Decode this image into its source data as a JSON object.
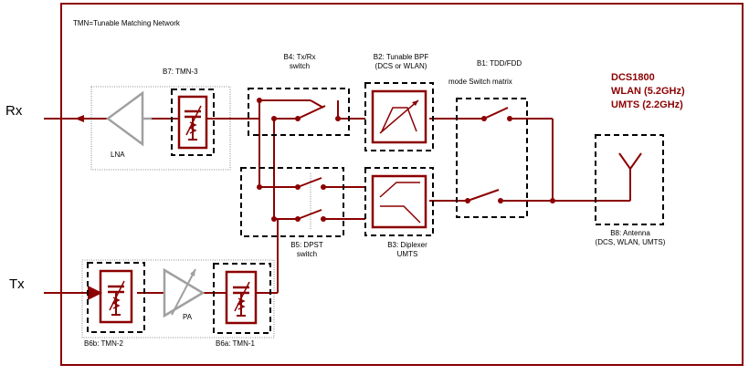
{
  "diagram": {
    "legend": "TMN=Tunable Matching Network",
    "ports": {
      "rx": "Rx",
      "tx": "Tx"
    },
    "blocks": {
      "b7": "B7: TMN-3",
      "lna": "LNA",
      "b4_line1": "B4: Tx/Rx",
      "b4_line2": "switch",
      "b2_line1": "B2: Tunable BPF",
      "b2_line2": "(DCS or WLAN)",
      "b1_line1": "B1: TDD/FDD",
      "b1_line2": "mode Switch matrix",
      "b5_line1": "B5: DPST",
      "b5_line2": "switch",
      "b3_line1": "B3: Diplexer",
      "b3_line2": "UMTS",
      "b8_line1": "B8: Antenna",
      "b8_line2": "(DCS, WLAN, UMTS)",
      "b6b": "B6b: TMN-2",
      "pa": "PA",
      "b6a": "B6a: TMN-1"
    },
    "bands": [
      "DCS1800",
      "WLAN (5.2GHz)",
      "UMTS (2.2GHz)"
    ],
    "colors": {
      "signal": "#8b0000",
      "frame": "#8b0000",
      "gray": "#a0a0a0"
    }
  }
}
